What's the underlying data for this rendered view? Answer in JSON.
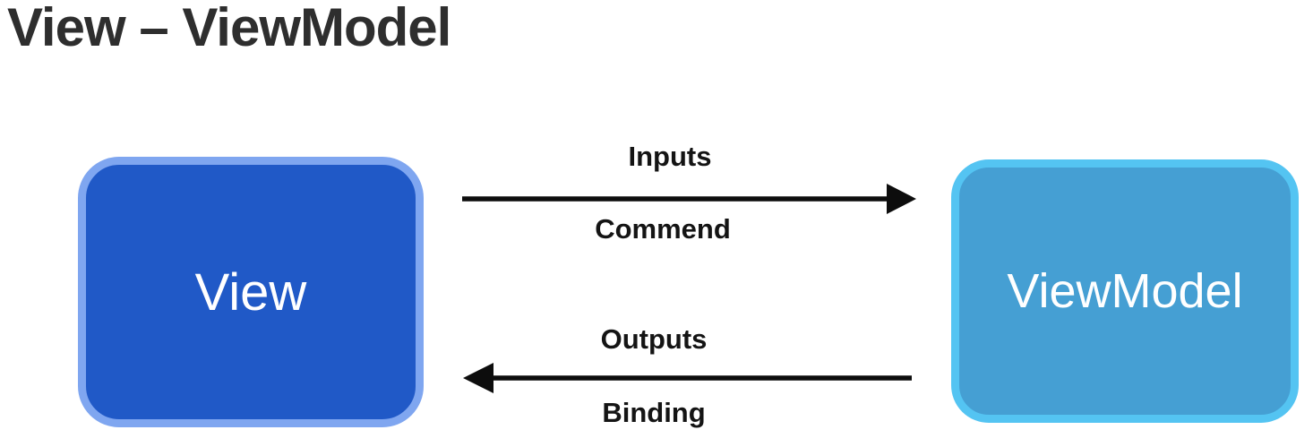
{
  "title": "View – ViewModel",
  "diagram": {
    "nodes": [
      {
        "id": "view",
        "label": "View",
        "fill": "#2059c7",
        "border": "#7fa6f0",
        "text_color": "#ffffff"
      },
      {
        "id": "viewmodel",
        "label": "ViewModel",
        "fill": "#459fd3",
        "border": "#54c4f2",
        "text_color": "#ffffff"
      }
    ],
    "arrows": [
      {
        "from": "view",
        "to": "viewmodel",
        "direction": "right",
        "label_top": "Inputs",
        "label_bottom": "Commend"
      },
      {
        "from": "viewmodel",
        "to": "view",
        "direction": "left",
        "label_top": "Outputs",
        "label_bottom": "Binding"
      }
    ],
    "arrow_color": "#0d0d0d",
    "background_color": "#ffffff",
    "title_color": "#2e2e2e"
  }
}
